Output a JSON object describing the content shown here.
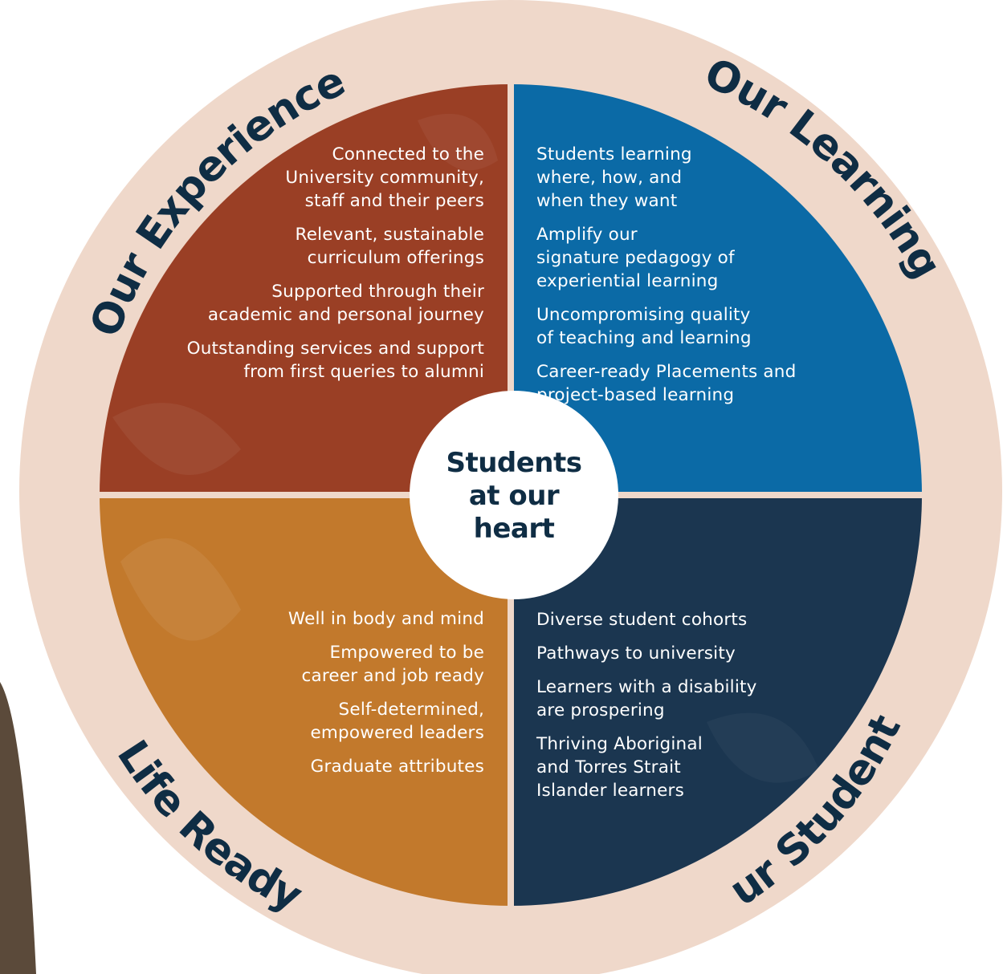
{
  "colors": {
    "ring": "#efd8ca",
    "experience": "#9a3f25",
    "learning": "#0b6aa6",
    "life_ready": "#c2792c",
    "students": "#1b3650",
    "heading": "#0f2d44",
    "center": "#ffffff"
  },
  "center": {
    "title": "Students\nat our\nheart"
  },
  "quadrants": {
    "experience": {
      "heading": "Our Experience",
      "items": [
        "Connected to the\nUniversity community,\nstaff and their peers",
        "Relevant, sustainable\ncurriculum offerings",
        "Supported through their\nacademic and personal journey",
        "Outstanding services and support\nfrom first queries to alumni"
      ]
    },
    "learning": {
      "heading": "Our Learning",
      "items": [
        "Students learning\nwhere, how, and\nwhen they want",
        "Amplify our\nsignature pedagogy of\nexperiential learning",
        "Uncompromising quality\nof teaching and learning",
        "Career-ready Placements and\n       project-based learning"
      ]
    },
    "life_ready": {
      "heading": "Life Ready",
      "items": [
        "Well in body and mind",
        "Empowered to be\ncareer and job ready",
        "Self-determined,\nempowered leaders",
        "Graduate attributes"
      ]
    },
    "students": {
      "heading": "Our Students",
      "items": [
        "Diverse student cohorts",
        "Pathways to university",
        "Learners with a disability\nare prospering",
        "Thriving Aboriginal\nand Torres Strait\nIslander learners"
      ]
    }
  }
}
